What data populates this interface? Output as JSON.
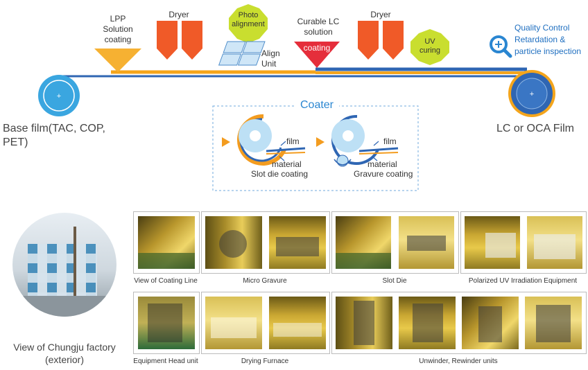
{
  "process": {
    "lpp": "LPP\nSolution\ncoating",
    "dryer1": "Dryer",
    "photo": "Photo\nalignment",
    "align_unit": "Align\nUnit",
    "curable": "Curable LC\nsolution",
    "coating_tag": "coating",
    "dryer2": "Dryer",
    "uv": "UV\ncuring",
    "qc": "Quality Control\nRetardation &\nparticle inspection",
    "base_film": "Base film(TAC, COP, PET)",
    "lc_film": "LC or OCA Film"
  },
  "coater": {
    "title": "Coater",
    "film1": "film",
    "material1": "material",
    "caption1": "Slot die coating",
    "film2": "film",
    "material2": "material",
    "caption2": "Gravure coating"
  },
  "factory": {
    "caption": "View of Chungju factory\n(exterior)"
  },
  "photos": {
    "coating_line": "View of Coating Line",
    "micro_gravure": "Micro Gravure",
    "slot_die": "Slot Die",
    "polarized_uv": "Polarized UV Irradiation Equipment",
    "head_unit": "Equipment Head unit",
    "drying_furnace": "Drying Furnace",
    "unwinder": "Unwinder, Rewinder units"
  },
  "colors": {
    "blue_line": "#2f66b3",
    "orange_line": "#f4a51c",
    "dryer": "#f05a28",
    "lpp": "#f6b132",
    "lc_red": "#e52e3b",
    "green_badge": "#c9de2f",
    "accent_blue": "#2a86d1"
  }
}
